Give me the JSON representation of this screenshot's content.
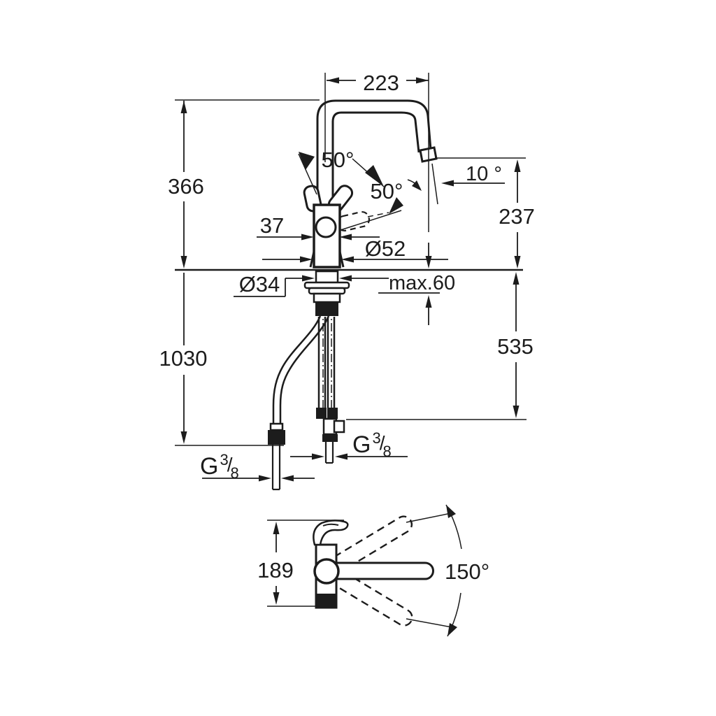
{
  "drawing": {
    "kind": "faucet technical dimension drawing",
    "colors": {
      "ink": "#1c1c1c",
      "paper": "#ffffff"
    },
    "front": {
      "spout_reach": "223",
      "height_to_top": "366",
      "lever_angle_side": "50°",
      "lever_angle_front": "50°",
      "outlet_angle": "10 °",
      "outlet_height": "237",
      "body_width": "37",
      "base_dia": "Ø52",
      "hole_dia": "Ø34",
      "max_deck": "max.60",
      "overall_height": "1030",
      "hose_drop": "535",
      "thread_left": {
        "letter": "G",
        "num": "3",
        "slash": "/",
        "den": "8"
      },
      "thread_right": {
        "letter": "G",
        "num": "3",
        "slash": "/",
        "den": "8"
      }
    },
    "top": {
      "body_length": "189",
      "swivel": "150°"
    }
  }
}
